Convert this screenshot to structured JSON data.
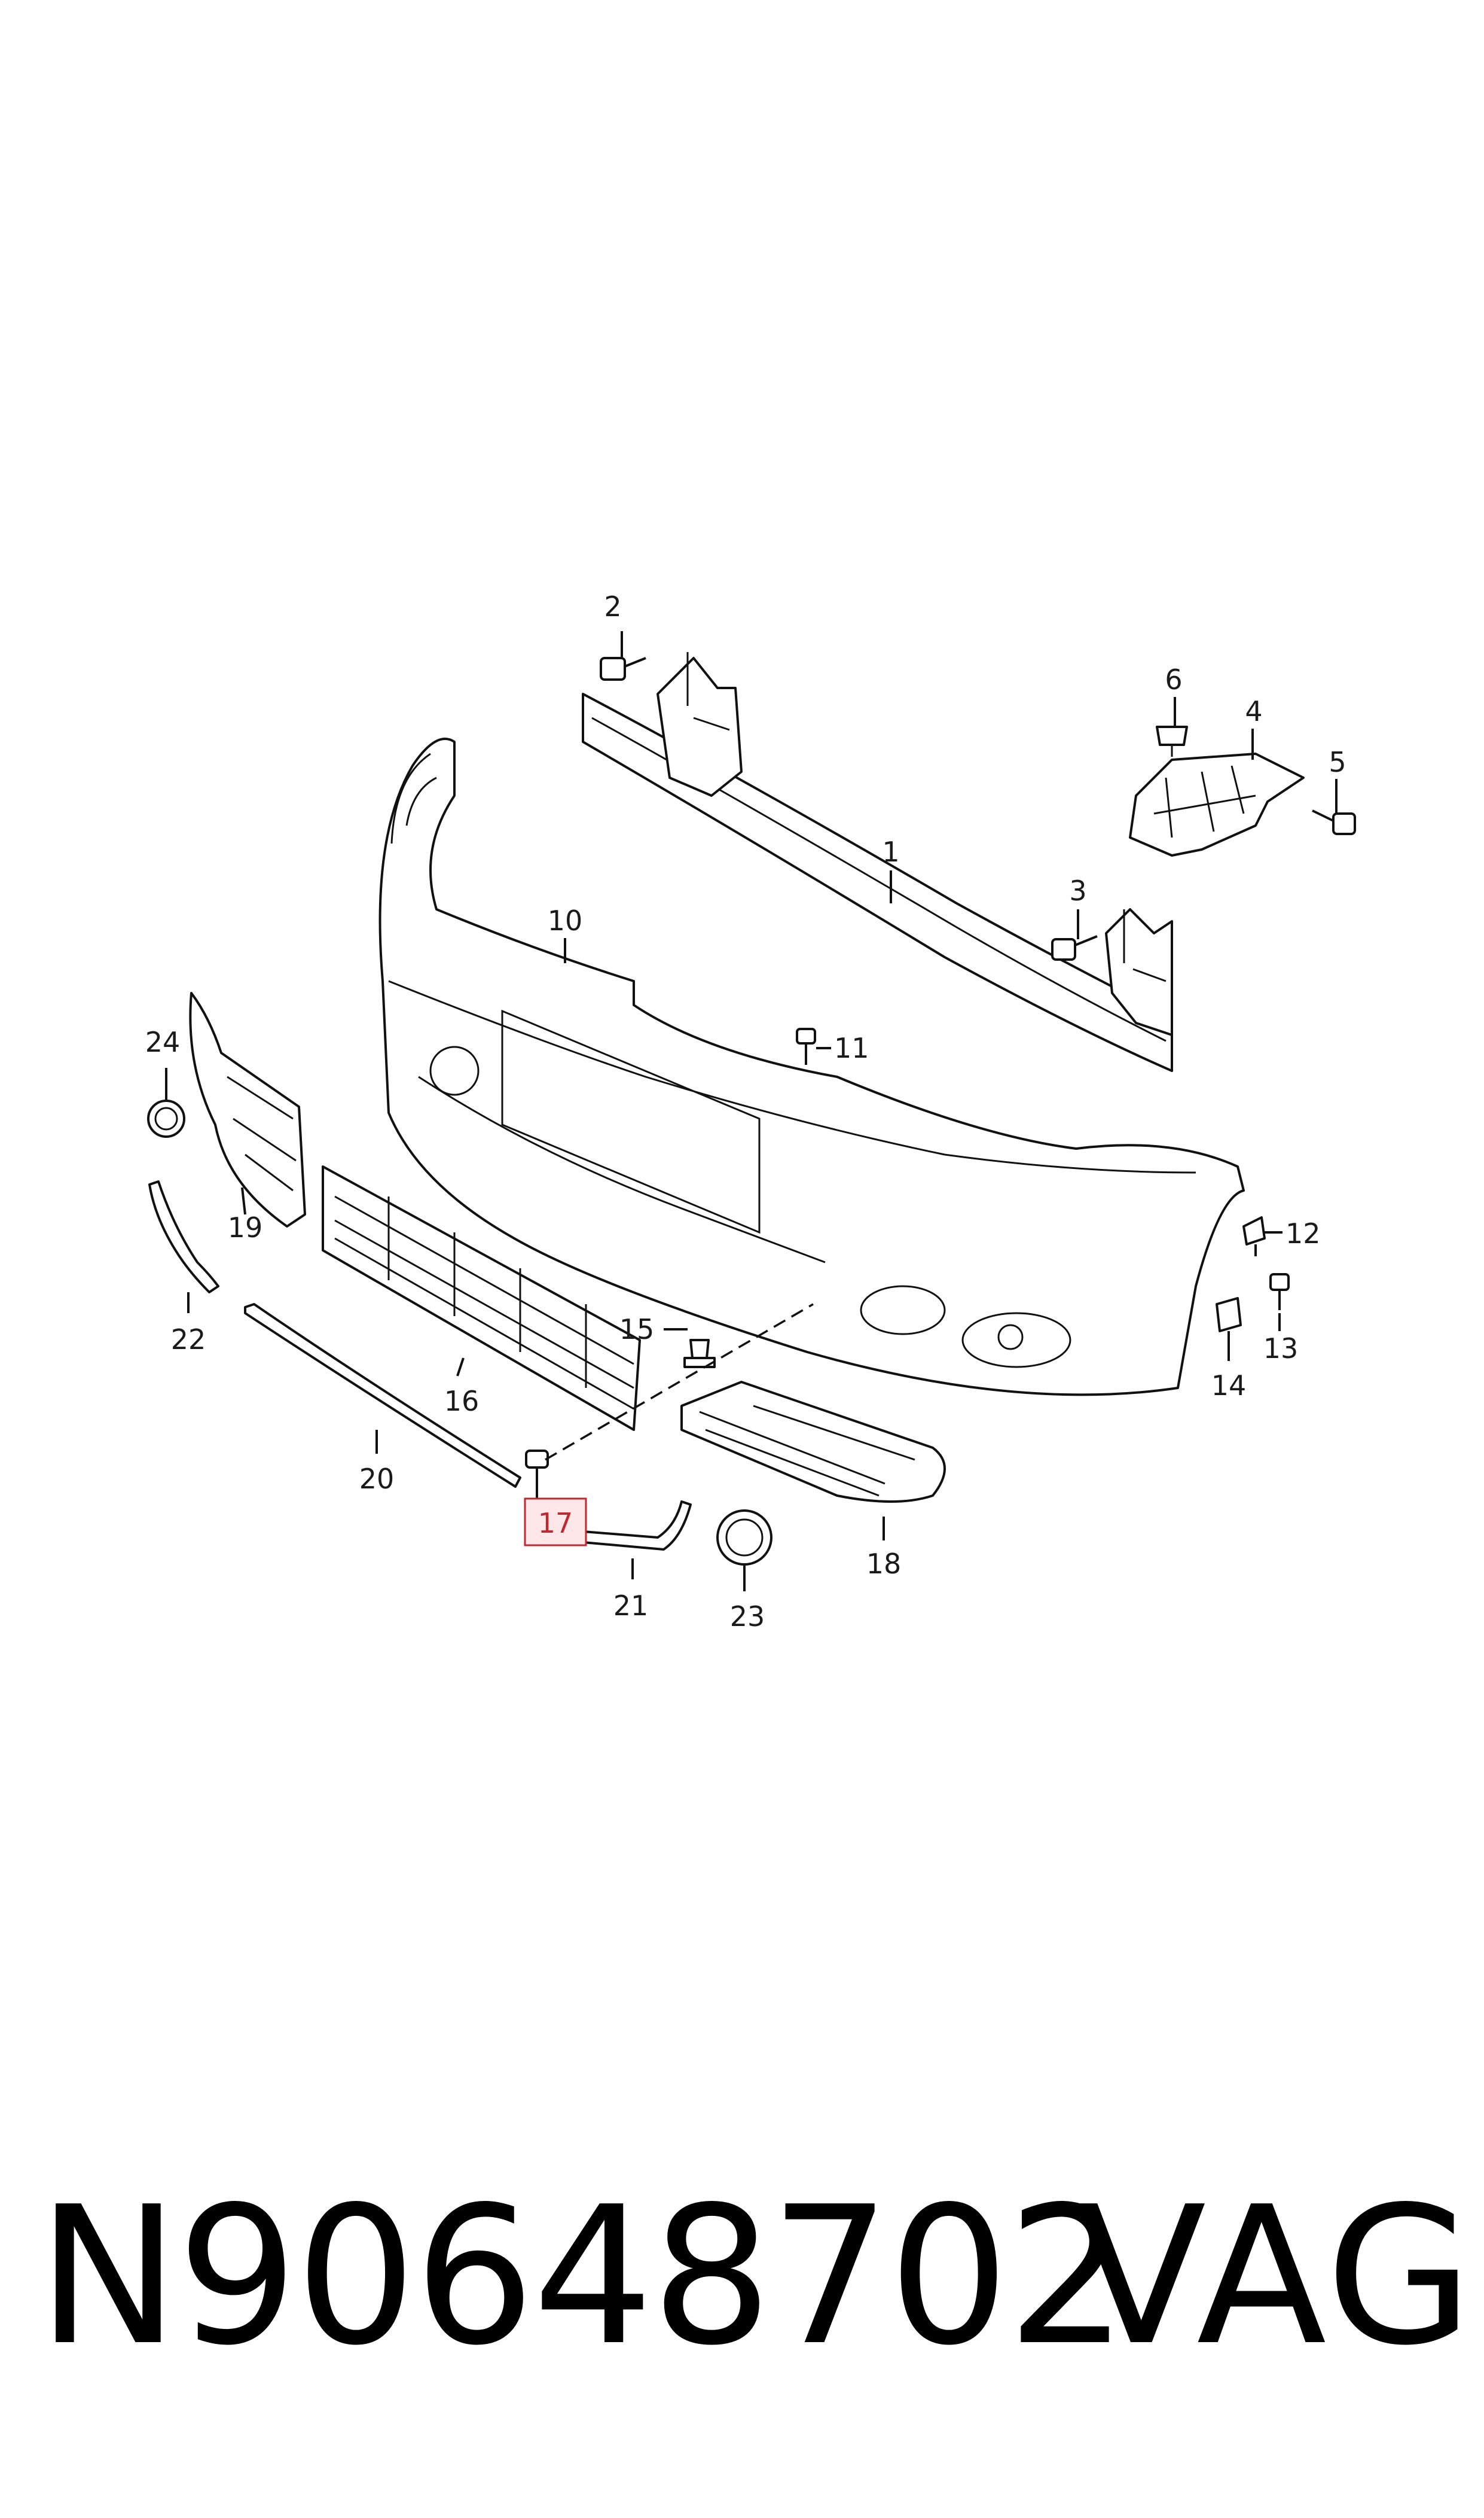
{
  "footer": {
    "part_number": "N90648702",
    "brand": "VAG"
  },
  "highlight": {
    "callout": "17",
    "color": "#c0282d",
    "box_fill": "#fde7e8"
  },
  "callouts": {
    "c1": "1",
    "c2": "2",
    "c3": "3",
    "c4": "4",
    "c5": "5",
    "c6": "6",
    "c10": "10",
    "c11": "11",
    "c12": "12",
    "c13": "13",
    "c14": "14",
    "c15": "15",
    "c16": "16",
    "c17": "17",
    "c18": "18",
    "c19": "19",
    "c20": "20",
    "c21": "21",
    "c22": "22",
    "c23": "23",
    "c24": "24"
  }
}
